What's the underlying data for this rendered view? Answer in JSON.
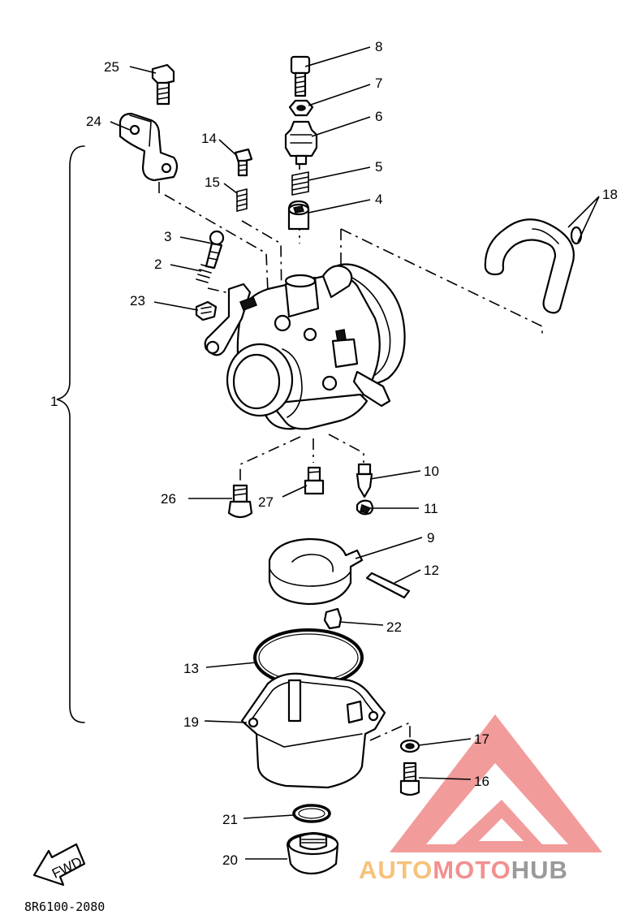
{
  "callouts": [
    {
      "id": "25",
      "text": "25"
    },
    {
      "id": "24",
      "text": "24"
    },
    {
      "id": "14",
      "text": "14"
    },
    {
      "id": "15",
      "text": "15"
    },
    {
      "id": "8",
      "text": "8"
    },
    {
      "id": "7",
      "text": "7"
    },
    {
      "id": "6",
      "text": "6"
    },
    {
      "id": "5",
      "text": "5"
    },
    {
      "id": "4",
      "text": "4"
    },
    {
      "id": "3",
      "text": "3"
    },
    {
      "id": "2",
      "text": "2"
    },
    {
      "id": "23",
      "text": "23"
    },
    {
      "id": "18",
      "text": "18"
    },
    {
      "id": "1",
      "text": "1"
    },
    {
      "id": "26",
      "text": "26"
    },
    {
      "id": "27",
      "text": "27"
    },
    {
      "id": "10",
      "text": "10"
    },
    {
      "id": "11",
      "text": "11"
    },
    {
      "id": "9",
      "text": "9"
    },
    {
      "id": "12",
      "text": "12"
    },
    {
      "id": "22",
      "text": "22"
    },
    {
      "id": "13",
      "text": "13"
    },
    {
      "id": "19",
      "text": "19"
    },
    {
      "id": "17",
      "text": "17"
    },
    {
      "id": "16",
      "text": "16"
    },
    {
      "id": "21",
      "text": "21"
    },
    {
      "id": "20",
      "text": "20"
    }
  ],
  "front_marker": "FWD",
  "drawing_code": "8R6100-2080",
  "watermark": {
    "part_a": "AUTO",
    "part_b": "MOTO",
    "part_c": "HUB",
    "color_a": "#f6c27a",
    "color_b": "#f29090",
    "color_c": "#9a9a9a",
    "triangle_color": "#f08a8a"
  }
}
